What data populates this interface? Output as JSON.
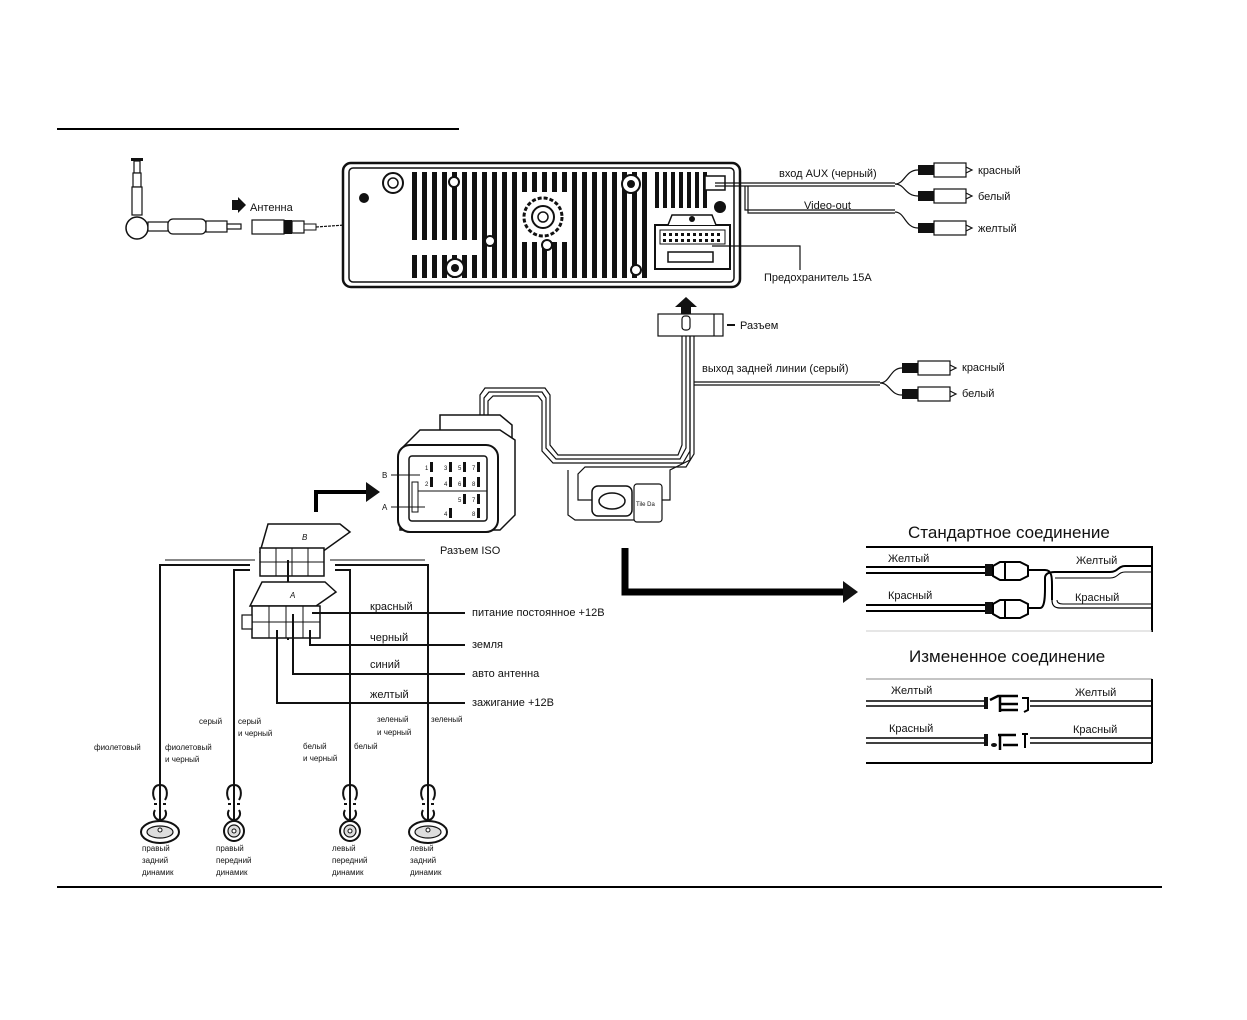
{
  "head_unit": {
    "antenna_label": "Антенна",
    "aux_input_label": "вход AUX (черный)",
    "aux_plugs": [
      "красный",
      "белый"
    ],
    "video_out_label": "Video-out",
    "video_out_plug": "желтый",
    "fuse_label": "Предохранитель 15А"
  },
  "harness": {
    "connector_label": "Разъем",
    "rear_line_out_label": "выход задней линии (серый)",
    "rear_line_plugs": [
      "красный",
      "белый"
    ],
    "iso_connector_label": "Разъем ISO",
    "iso_block_b": "B",
    "iso_block_a": "A",
    "iso_pins_b_top": [
      "1",
      "3",
      "5",
      "7"
    ],
    "iso_pins_b_bottom": [
      "2",
      "4",
      "6",
      "8"
    ],
    "iso_pins_a_top": [
      "5",
      "7"
    ],
    "iso_pins_a_bottom": [
      "4",
      "8"
    ],
    "inline_module_text": "Tile Da"
  },
  "connector_a": {
    "letter": "A",
    "wires": [
      {
        "color": "красный",
        "function": "питание постоянное +12В"
      },
      {
        "color": "черный",
        "function": "земля"
      },
      {
        "color": "синий",
        "function": "авто антенна"
      },
      {
        "color": "желтый",
        "function": "зажигание +12В"
      }
    ]
  },
  "connector_b": {
    "letter": "B"
  },
  "speakers": [
    {
      "name": "правый задний динамик",
      "lines": [
        "правый",
        "задний",
        "динамик"
      ],
      "wire_plus": "фиолетовый",
      "wire_minus": "фиолетовый и черный"
    },
    {
      "name": "правый передний динамик",
      "lines": [
        "правый",
        "передний",
        "динамик"
      ],
      "wire_plus": "серый",
      "wire_minus": "серый и черный"
    },
    {
      "name": "левый передний динамик",
      "lines": [
        "левый",
        "передний",
        "динамик"
      ],
      "wire_plus": "белый",
      "wire_minus": "белый и черный"
    },
    {
      "name": "левый задний динамик",
      "lines": [
        "левый",
        "задний",
        "динамик"
      ],
      "wire_plus": "зеленый",
      "wire_minus": "зеленый и черный"
    }
  ],
  "speaker_wire_labels": {
    "violet": "фиолетовый",
    "violet_black_1": "фиолетовый",
    "violet_black_2": "и черный",
    "gray": "серый",
    "gray_black_1": "серый",
    "gray_black_2": "и черный",
    "white_black_1": "белый",
    "white_black_2": "и черный",
    "white": "белый",
    "green_black_1": "зеленый",
    "green_black_2": "и черный",
    "green": "зеленый"
  },
  "standard_connection": {
    "title": "Стандартное соединение",
    "left_top": "Желтый",
    "left_bottom": "Красный",
    "right_top": "Желтый",
    "right_bottom": "Красный"
  },
  "modified_connection": {
    "title": "Измененное соединение",
    "left_top": "Желтый",
    "left_bottom": "Красный",
    "right_top": "Желтый",
    "right_bottom": "Красный"
  }
}
